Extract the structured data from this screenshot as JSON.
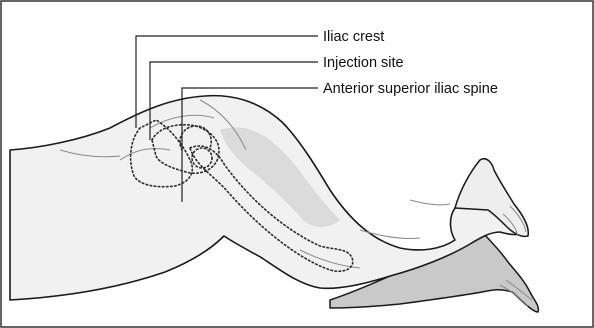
{
  "labels": {
    "iliac_crest": "Iliac crest",
    "injection_site": "Injection site",
    "anterior_superior_iliac_spine": "Anterior superior iliac spine"
  },
  "colors": {
    "background": "#ffffff",
    "border": "#333333",
    "ink": "#111111",
    "skin": "#f1f1f1"
  }
}
